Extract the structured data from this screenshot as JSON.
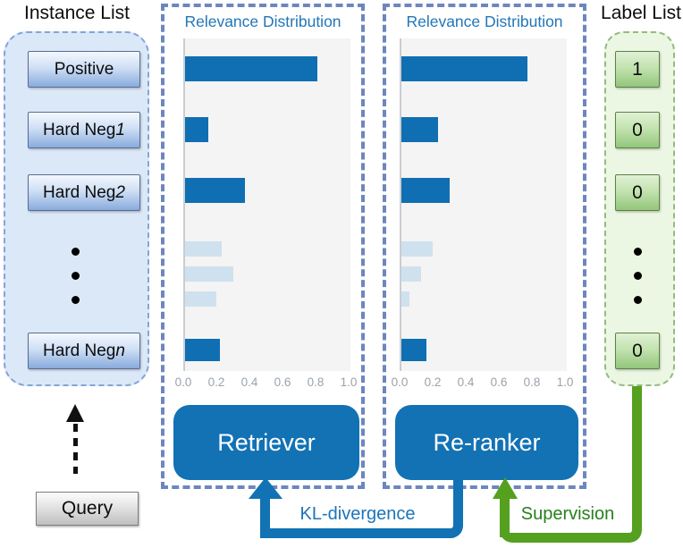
{
  "instance_list": {
    "title": "Instance List",
    "items": [
      {
        "label": "Positive",
        "suffix": ""
      },
      {
        "label": "Hard Neg ",
        "suffix": "1"
      },
      {
        "label": "Hard Neg ",
        "suffix": "2"
      },
      {
        "label": "Hard Neg ",
        "suffix": "n"
      }
    ]
  },
  "query": {
    "label": "Query"
  },
  "label_list": {
    "title": "Label List",
    "items": [
      "1",
      "0",
      "0",
      "0"
    ]
  },
  "models": {
    "retriever": "Retriever",
    "reranker": "Re-ranker"
  },
  "edges": {
    "kl": "KL-divergence",
    "supervision": "Supervision"
  },
  "colors": {
    "accent_blue": "#1272b4",
    "muted_bar_blue": "#cfe1ee",
    "panel_dash_blue": "#6d86bf",
    "chart_title_blue": "#2177b8",
    "supervision_green": "#55a01f",
    "supervision_text_green": "#27801c",
    "instance_panel_fill": "#dbe8f8",
    "label_panel_fill": "#ebf7e2",
    "plot_background": "#f4f4f4",
    "tick_gray": "#9aa2ab"
  },
  "chart_data": [
    {
      "type": "bar",
      "orientation": "horizontal",
      "title": "Relevance Distribution",
      "categories": [
        "Positive",
        "Hard Neg 1",
        "Hard Neg 2",
        "…",
        "…",
        "…",
        "Hard Neg n"
      ],
      "values": [
        0.8,
        0.14,
        0.36,
        0.22,
        0.29,
        0.19,
        0.21
      ],
      "muted": [
        false,
        false,
        false,
        true,
        true,
        true,
        false
      ],
      "xlim": [
        0,
        1
      ],
      "xticks": [
        0.0,
        0.2,
        0.4,
        0.6,
        0.8,
        1.0
      ],
      "xtick_labels": [
        "0.0",
        "0.2",
        "0.4",
        "0.6",
        "0.8",
        "1.0"
      ],
      "bar_color": "#0f6fb2",
      "muted_bar_color": "#cfe1ee",
      "grid": false,
      "legend": "none"
    },
    {
      "type": "bar",
      "orientation": "horizontal",
      "title": "Relevance Distribution",
      "categories": [
        "Positive",
        "Hard Neg 1",
        "Hard Neg 2",
        "…",
        "…",
        "…",
        "Hard Neg n"
      ],
      "values": [
        0.76,
        0.22,
        0.29,
        0.19,
        0.12,
        0.05,
        0.15
      ],
      "muted": [
        false,
        false,
        false,
        true,
        true,
        true,
        false
      ],
      "xlim": [
        0,
        1
      ],
      "xticks": [
        0.0,
        0.2,
        0.4,
        0.6,
        0.8,
        1.0
      ],
      "xtick_labels": [
        "0.0",
        "0.2",
        "0.4",
        "0.6",
        "0.8",
        "1.0"
      ],
      "bar_color": "#0f6fb2",
      "muted_bar_color": "#cfe1ee",
      "grid": false,
      "legend": "none"
    }
  ]
}
